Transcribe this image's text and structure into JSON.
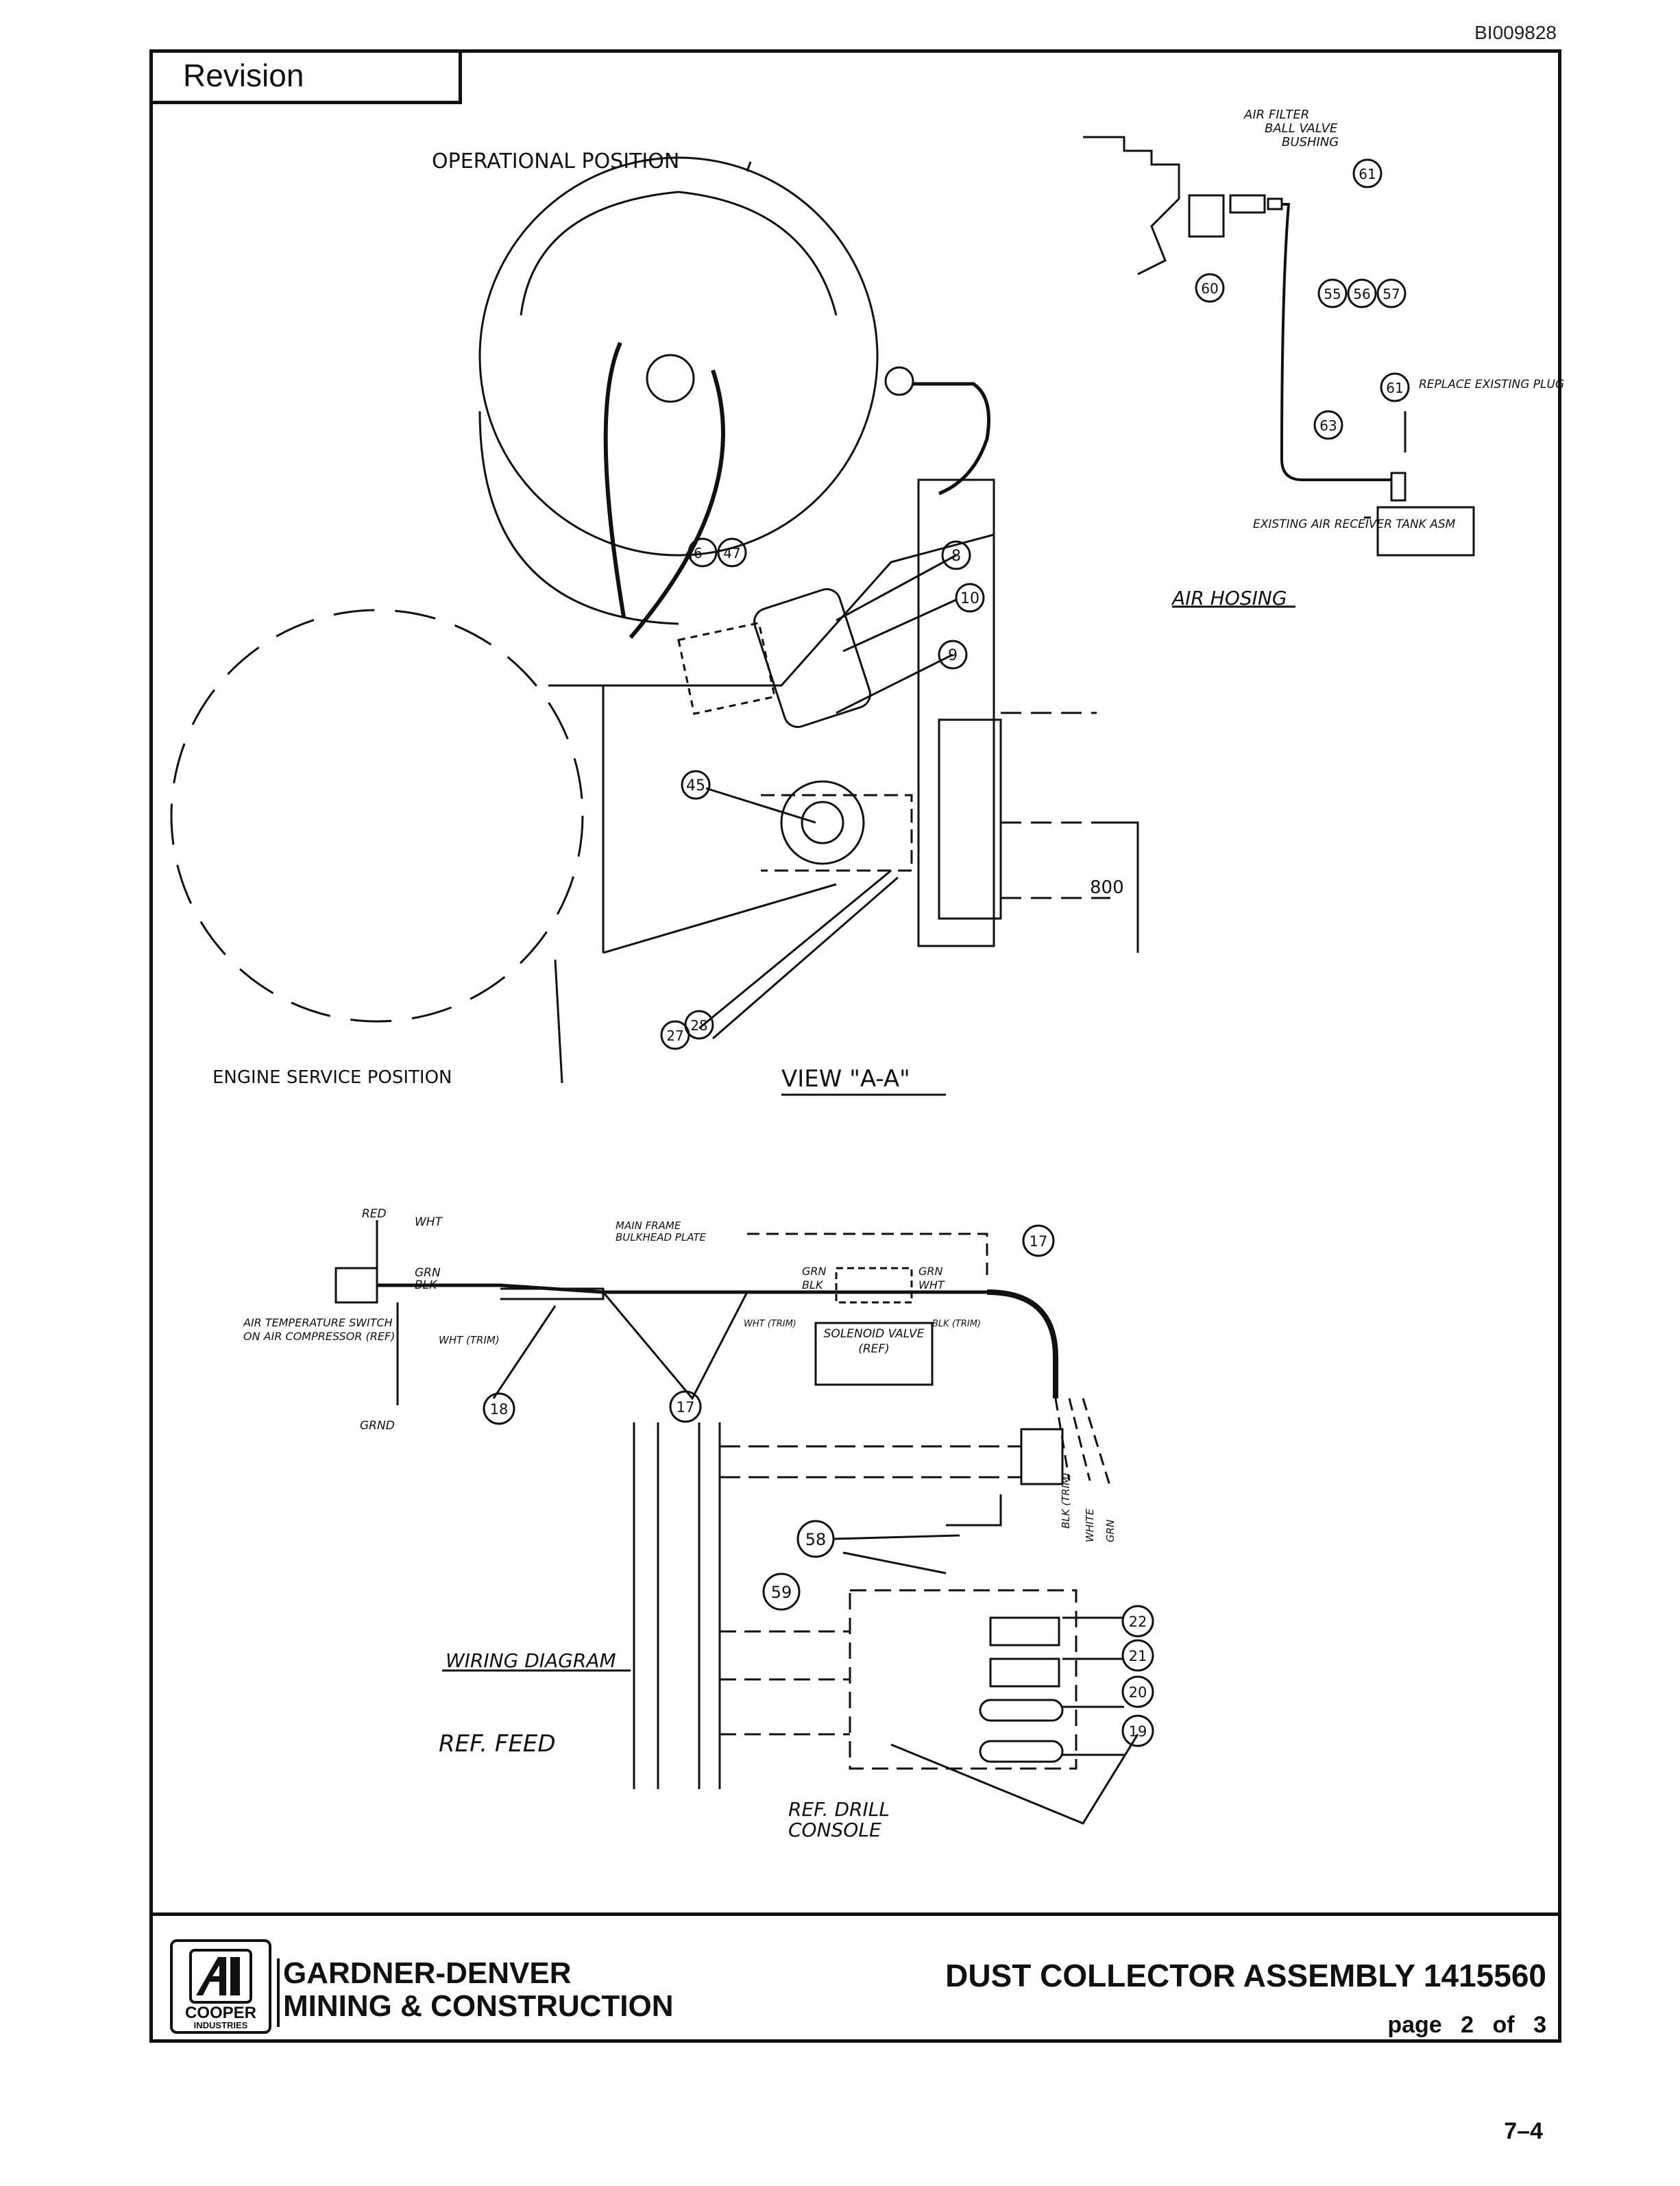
{
  "document": {
    "doc_id": "BI009828",
    "revision_label": "Revision",
    "page_number": "7–4"
  },
  "view_a_a": {
    "operational_position": "OPERATIONAL POSITION",
    "engine_service_position": "ENGINE SERVICE POSITION",
    "view_label": "VIEW \"A-A\"",
    "dimension": "800",
    "balloons": [
      "46",
      "47",
      "8",
      "10",
      "9",
      "45",
      "27",
      "28"
    ]
  },
  "air_hosing": {
    "title": "AIR HOSING",
    "air_filter": "AIR FILTER",
    "ball_valve": "BALL VALVE",
    "bushing": "BUSHING",
    "replace_existing_plug": "REPLACE EXISTING PLUG",
    "existing_air_receiver": "EXISTING AIR RECEIVER TANK ASM",
    "balloons": [
      "61",
      "60",
      "55",
      "56",
      "57",
      "61",
      "63"
    ]
  },
  "wiring_diagram": {
    "title": "WIRING DIAGRAM",
    "red": "RED",
    "wht": "WHT",
    "grn": "GRN",
    "blk": "BLK",
    "wht_trim": "WHT (TRIM)",
    "blk_trim": "BLK (TRIM)",
    "grnd": "GRND",
    "air_temp_switch": "AIR TEMPERATURE SWITCH ON AIR COMPRESSOR (REF)",
    "main_frame": "MAIN FRAME BULKHEAD PLATE",
    "solenoid_valve": "SOLENOID VALVE (REF)",
    "ref_feed": "REF. FEED",
    "ref_drill_console": "REF. DRILL CONSOLE",
    "wire_tags": [
      "BLK (TRIM)",
      "WHITE",
      "GRN"
    ],
    "balloons": [
      "17",
      "18",
      "17",
      "58",
      "59",
      "22",
      "21",
      "20",
      "19"
    ]
  },
  "title_block": {
    "logo_text_1": "COOPER",
    "logo_text_2": "INDUSTRIES",
    "company_line_1": "GARDNER-DENVER",
    "company_line_2": "MINING & CONSTRUCTION",
    "assembly_title": "DUST COLLECTOR ASSEMBLY  1415560",
    "page_word": "page",
    "page_current": "2",
    "page_of": "of",
    "page_total": "3"
  }
}
